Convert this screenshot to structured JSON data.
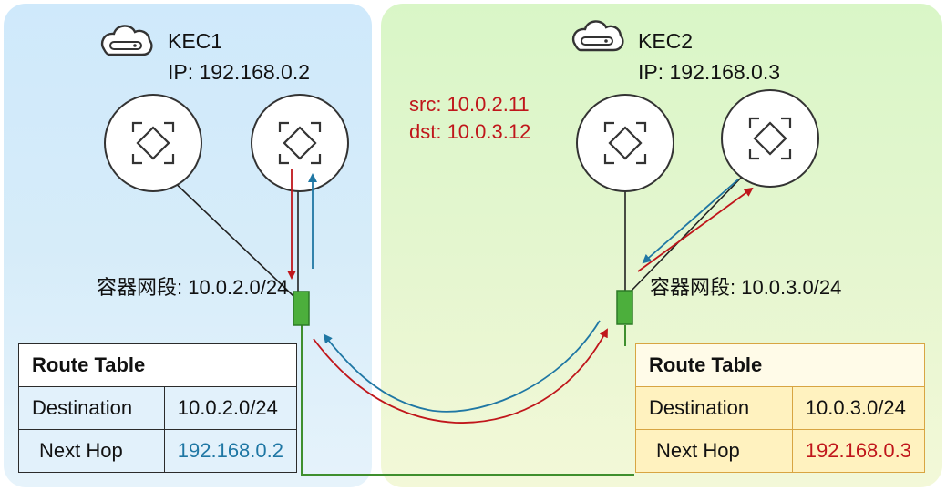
{
  "hosts": [
    {
      "name": "KEC1",
      "ip_label": "IP: 192.168.0.2",
      "cidr_label": "容器网段: 10.0.2.0/24"
    },
    {
      "name": "KEC2",
      "ip_label": "IP: 192.168.0.3",
      "cidr_label": "容器网段: 10.0.3.0/24"
    }
  ],
  "packet": {
    "src": "src: 10.0.2.11",
    "dst": "dst: 10.0.3.12"
  },
  "route_tables": [
    {
      "title": "Route Table",
      "dest_label": "Destination",
      "dest_value": "10.0.2.0/24",
      "hop_label": "Next Hop",
      "hop_value": "192.168.0.2",
      "hop_color": "#1f77a4"
    },
    {
      "title": "Route Table",
      "dest_label": "Destination",
      "dest_value": "10.0.3.0/24",
      "hop_label": "Next Hop",
      "hop_value": "192.168.0.3",
      "hop_color": "#c0161b"
    }
  ],
  "colors": {
    "egress": "#c0161b",
    "ingress": "#1f77a4",
    "bridge": "#4caf3c",
    "link": "#3f8f2e"
  },
  "icons": [
    "cloud-server-icon",
    "container-icon"
  ]
}
